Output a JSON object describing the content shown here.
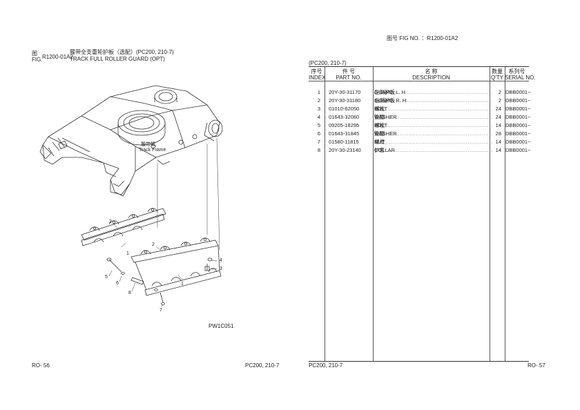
{
  "left_page": {
    "fig_label_cn": "图",
    "fig_label_en": "FIG.",
    "fig_number": "R1200-01A2",
    "title_cn": "履带全支重轮护板（选配）(PC200, 210-7)",
    "title_en": "TRACK FULL ROLLER GUARD (OPT)",
    "drawing_label_cn": "履带架",
    "drawing_label_en": "Track Frame",
    "callouts": [
      "1",
      "1",
      "2",
      "2",
      "3",
      "4",
      "5",
      "6",
      "7",
      "8"
    ],
    "drawing_code": "PW1C051",
    "page_number": "RO- 56",
    "model": "PC200, 210-7"
  },
  "right_page": {
    "fig_header": "图号  FIG NO.  ：R1200-01A2",
    "model_label": "(PC200, 210-7)",
    "headers": {
      "index_cn": "序号",
      "index_en": "INDEX",
      "part_cn": "件    号",
      "part_en": "PART NO.",
      "desc_cn": "名     称",
      "desc_en": "DESCRIPTION",
      "qty_cn": "数量",
      "qty_en": "Q'TY",
      "serial_cn": "系列号",
      "serial_en": "SERIAL NO."
    },
    "rows": [
      {
        "index": "1",
        "part_no": "20Y-30-31170",
        "desc_cn": "左侧护板",
        "desc_en": "GUARD, L. H",
        "qty": "2",
        "serial": "DBB0001~"
      },
      {
        "index": "2",
        "part_no": "20Y-30-31180",
        "desc_cn": "右侧护板",
        "desc_en": "GUARD, R. H",
        "qty": "2",
        "serial": "DBB0001~"
      },
      {
        "index": "3",
        "part_no": "01010-62050",
        "desc_cn": "螺栓",
        "desc_en": "BOLT",
        "qty": "24",
        "serial": "DBB0001~"
      },
      {
        "index": "4",
        "part_no": "01643-32060",
        "desc_cn": "垫圈",
        "desc_en": "WASHER",
        "qty": "24",
        "serial": "DBB0001~"
      },
      {
        "index": "5",
        "part_no": "09205-18295",
        "desc_cn": "螺栓",
        "desc_en": "BOLT",
        "qty": "14",
        "serial": "DBB0001~"
      },
      {
        "index": "6",
        "part_no": "01643-31845",
        "desc_cn": "垫圈",
        "desc_en": "WASHER",
        "qty": "28",
        "serial": "DBB0001~"
      },
      {
        "index": "7",
        "part_no": "01580-11815",
        "desc_cn": "螺母",
        "desc_en": "NUT",
        "qty": "14",
        "serial": "DBB0001~"
      },
      {
        "index": "8",
        "part_no": "20Y-30-23140",
        "desc_cn": "护套",
        "desc_en": "COLLAR",
        "qty": "14",
        "serial": "DBB0001~"
      }
    ],
    "page_model": "PC200, 210-7",
    "page_number": "RO- 57"
  }
}
